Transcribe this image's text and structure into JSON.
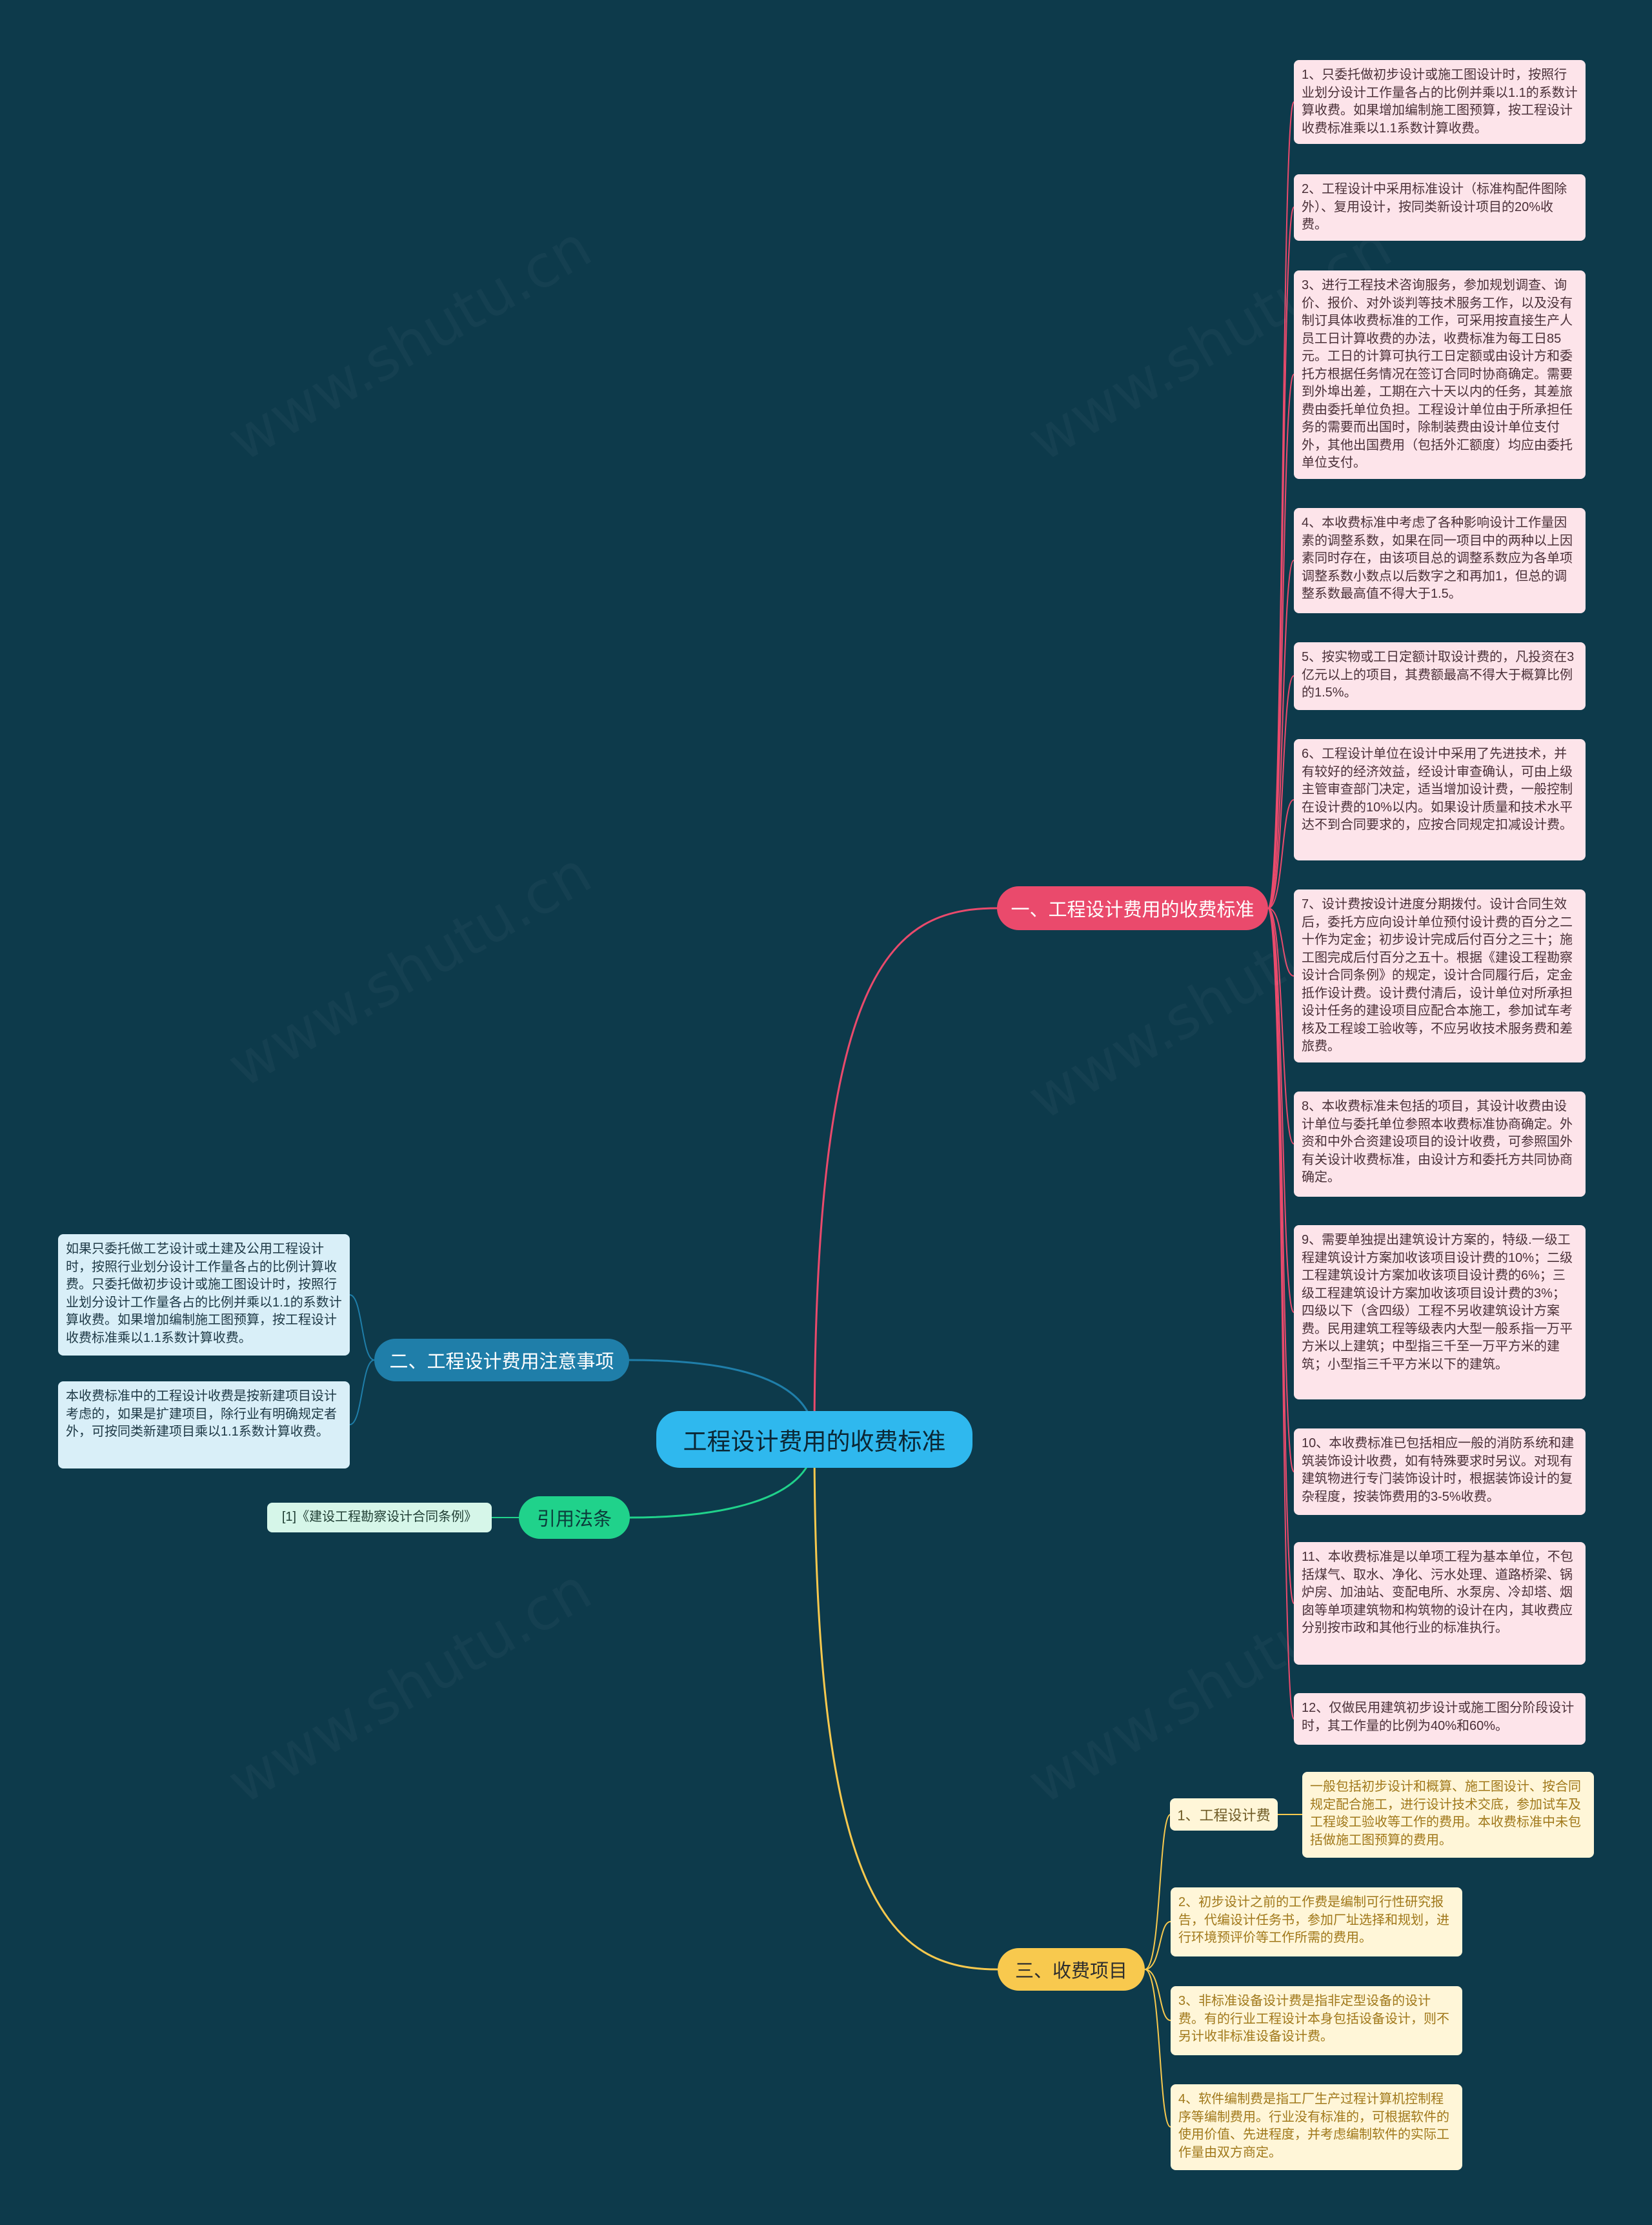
{
  "root": {
    "label": "工程设计费用的收费标准"
  },
  "branch1": {
    "label": "一、工程设计费用的收费标准",
    "color": "#ea4a6c",
    "items": [
      "1、只委托做初步设计或施工图设计时，按照行业划分设计工作量各占的比例并乘以1.1的系数计算收费。如果增加编制施工图预算，按工程设计收费标准乘以1.1系数计算收费。",
      "2、工程设计中采用标准设计（标准构配件图除外）、复用设计，按同类新设计项目的20%收费。",
      "3、进行工程技术咨询服务，参加规划调查、询价、报价、对外谈判等技术服务工作，以及没有制订具体收费标准的工作，可采用按直接生产人员工日计算收费的办法，收费标准为每工日85元。工日的计算可执行工日定额或由设计方和委托方根据任务情况在签订合同时协商确定。需要到外埠出差，工期在六十天以内的任务，其差旅费由委托单位负担。工程设计单位由于所承担任务的需要而出国时，除制装费由设计单位支付外，其他出国费用（包括外汇额度）均应由委托单位支付。",
      "4、本收费标准中考虑了各种影响设计工作量因素的调整系数，如果在同一项目中的两种以上因素同时存在，由该项目总的调整系数应为各单项调整系数小数点以后数字之和再加1，但总的调整系数最高值不得大于1.5。",
      "5、按实物或工日定额计取设计费的，凡投资在3亿元以上的项目，其费额最高不得大于概算比例的1.5%。",
      "6、工程设计单位在设计中采用了先进技术，并有较好的经济效益，经设计审查确认，可由上级主管审查部门决定，适当增加设计费，一般控制在设计费的10%以内。如果设计质量和技术水平达不到合同要求的，应按合同规定扣减设计费。",
      "7、设计费按设计进度分期拨付。设计合同生效后，委托方应向设计单位预付设计费的百分之二十作为定金；初步设计完成后付百分之三十；施工图完成后付百分之五十。根据《建设工程勘察设计合同条例》的规定，设计合同履行后，定金抵作设计费。设计费付清后，设计单位对所承担设计任务的建设项目应配合本施工，参加试车考核及工程竣工验收等，不应另收技术服务费和差旅费。",
      "8、本收费标准未包括的项目，其设计收费由设计单位与委托单位参照本收费标准协商确定。外资和中外合资建设项目的设计收费，可参照国外有关设计收费标准，由设计方和委托方共同协商确定。",
      "9、需要单独提出建筑设计方案的，特级.一级工程建筑设计方案加收该项目设计费的10%；二级工程建筑设计方案加收该项目设计费的6%；三级工程建筑设计方案加收该项目设计费的3%；四级以下（含四级）工程不另收建筑设计方案费。民用建筑工程等级表内大型一般系指一万平方米以上建筑；中型指三千至一万平方米的建筑；小型指三千平方米以下的建筑。",
      "10、本收费标准已包括相应一般的消防系统和建筑装饰设计收费，如有特殊要求时另议。对现有建筑物进行专门装饰设计时，根据装饰设计的复杂程度，按装饰费用的3-5%收费。",
      "11、本收费标准是以单项工程为基本单位，不包括煤气、取水、净化、污水处理、道路桥梁、锅炉房、加油站、变配电所、水泵房、冷却塔、烟囱等单项建筑物和构筑物的设计在内，其收费应分别按市政和其他行业的标准执行。",
      "12、仅做民用建筑初步设计或施工图分阶段设计时，其工作量的比例为40%和60%。"
    ]
  },
  "branch2": {
    "label": "二、工程设计费用注意事项",
    "color": "#1f7ea9",
    "items": [
      "如果只委托做工艺设计或土建及公用工程设计时，按照行业划分设计工作量各占的比例计算收费。只委托做初步设计或施工图设计时，按照行业划分设计工作量各占的比例并乘以1.1的系数计算收费。如果增加编制施工图预算，按工程设计收费标准乘以1.1系数计算收费。",
      "本收费标准中的工程设计收费是按新建项目设计考虑的，如果是扩建项目，除行业有明确规定者外，可按同类新建项目乘以1.1系数计算收费。"
    ]
  },
  "branch3": {
    "label": "引用法条",
    "color": "#20d28b",
    "items": [
      "[1]《建设工程勘察设计合同条例》"
    ]
  },
  "branch4": {
    "label": "三、收费项目",
    "color": "#f8c94e",
    "sub_label": "1、工程设计费",
    "sub_detail": "一般包括初步设计和概算、施工图设计、按合同规定配合施工，进行设计技术交底，参加试车及工程竣工验收等工作的费用。本收费标准中未包括做施工图预算的费用。",
    "items": [
      "2、初步设计之前的工作费是编制可行性研究报告，代编设计任务书，参加厂址选择和规划，进行环境预评价等工作所需的费用。",
      "3、非标准设备设计费是指非定型设备的设计费。有的行业工程设计本身包括设备设计，则不另计收非标准设备设计费。",
      "4、软件编制费是指工厂生产过程计算机控制程序等编制费用。行业没有标准的，可根据软件的使用价值、先进程度，并考虑编制软件的实际工作量由双方商定。"
    ]
  }
}
